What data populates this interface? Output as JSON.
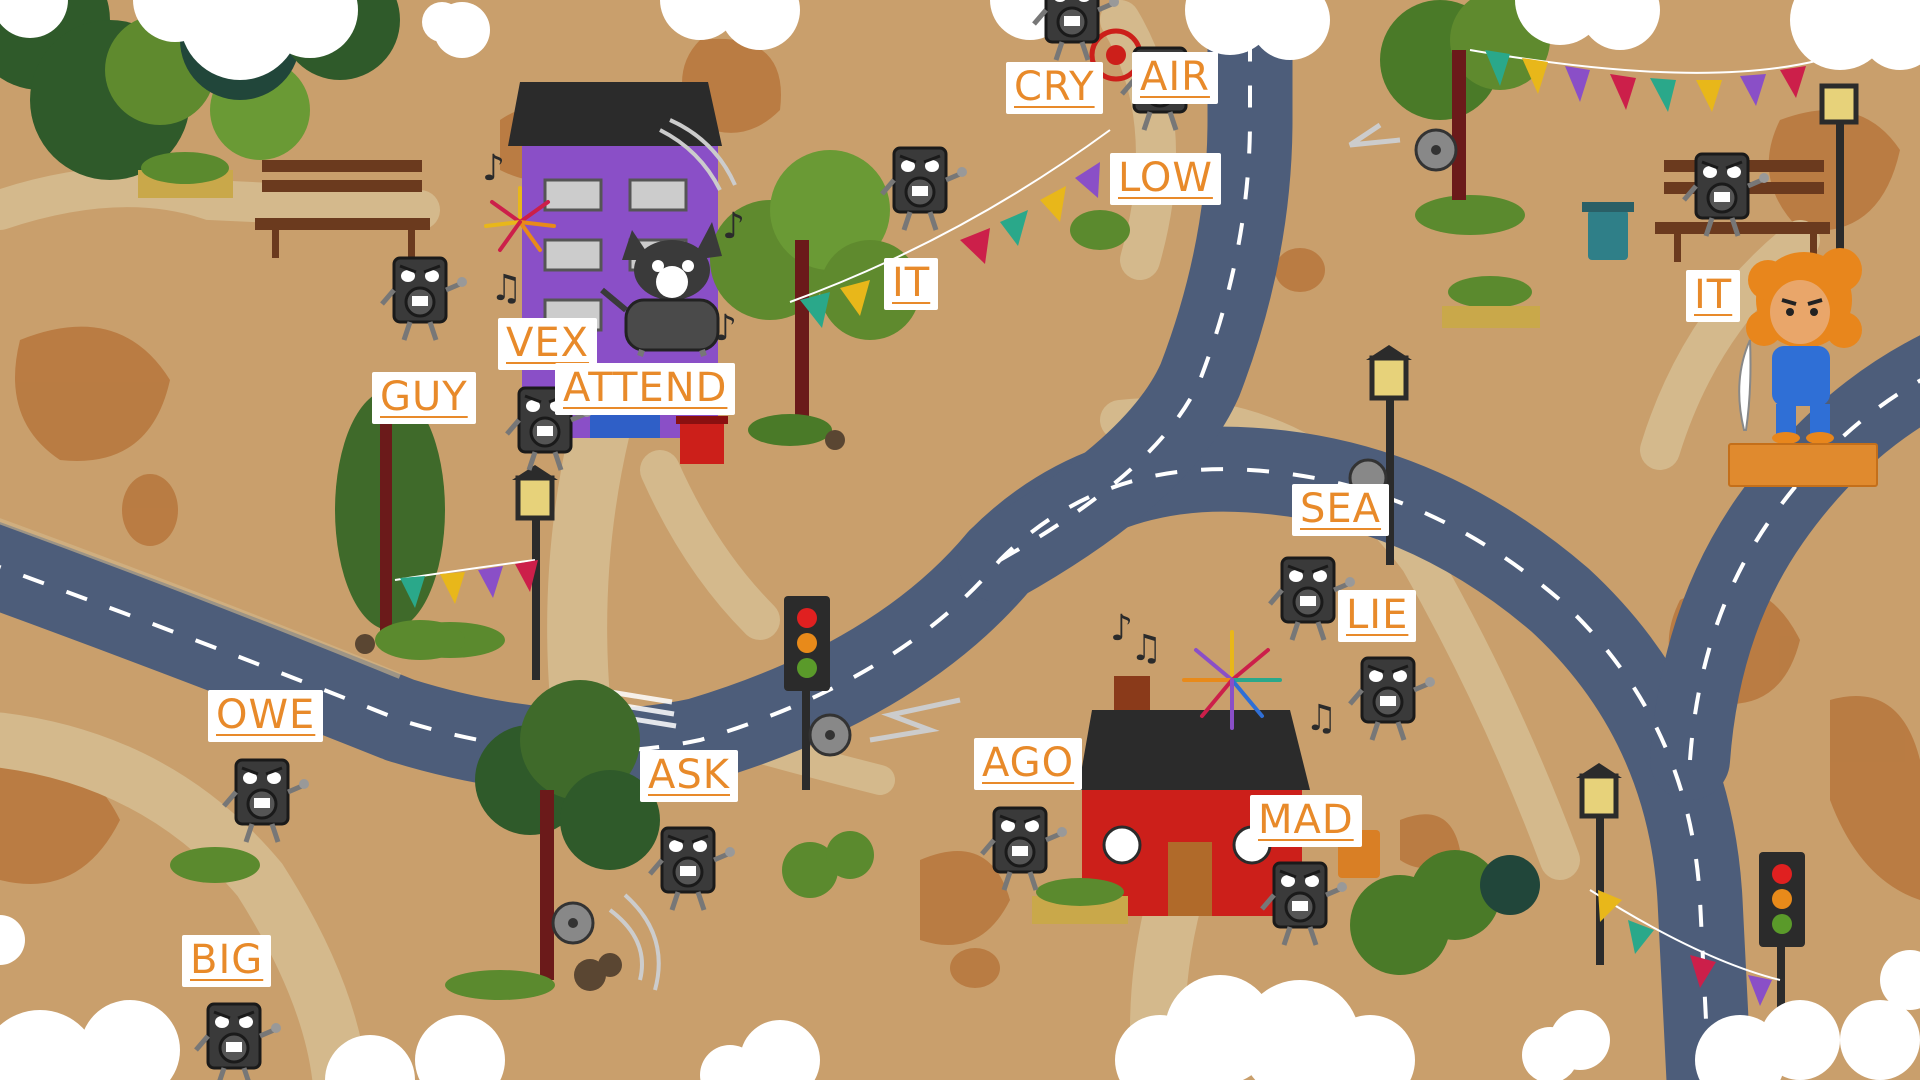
{
  "colors": {
    "ground": "#c99f6c",
    "dirt_path": "#d4b98c",
    "patch": "#b7763c",
    "road": "#4d5d7a",
    "road_line": "#ffffff",
    "word_text": "#e88a2a",
    "word_bg": "#ffffff",
    "player_hair": "#e8861c",
    "player_suit": "#2f6fd6",
    "purple_building": "#8a4fc7",
    "red_house": "#cc1f1a"
  },
  "words": [
    {
      "id": "cry",
      "text": "CRY"
    },
    {
      "id": "air",
      "text": "AIR"
    },
    {
      "id": "low",
      "text": "LOW"
    },
    {
      "id": "it-1",
      "text": "IT"
    },
    {
      "id": "vex",
      "text": "VEX"
    },
    {
      "id": "attend",
      "text": "ATTEND"
    },
    {
      "id": "guy",
      "text": "GUY"
    },
    {
      "id": "it-2",
      "text": "IT"
    },
    {
      "id": "sea",
      "text": "SEA"
    },
    {
      "id": "lie",
      "text": "LIE"
    },
    {
      "id": "owe",
      "text": "OWE"
    },
    {
      "id": "ask",
      "text": "ASK"
    },
    {
      "id": "ago",
      "text": "AGO"
    },
    {
      "id": "mad",
      "text": "MAD"
    },
    {
      "id": "big",
      "text": "BIG"
    }
  ],
  "icons": {
    "enemy": "speaker-robot-icon",
    "player": "orange-haired-hero-icon",
    "pet": "chihuahua-robot-icon",
    "traffic_light": "traffic-light-icon",
    "street_lamp": "street-lamp-icon"
  }
}
